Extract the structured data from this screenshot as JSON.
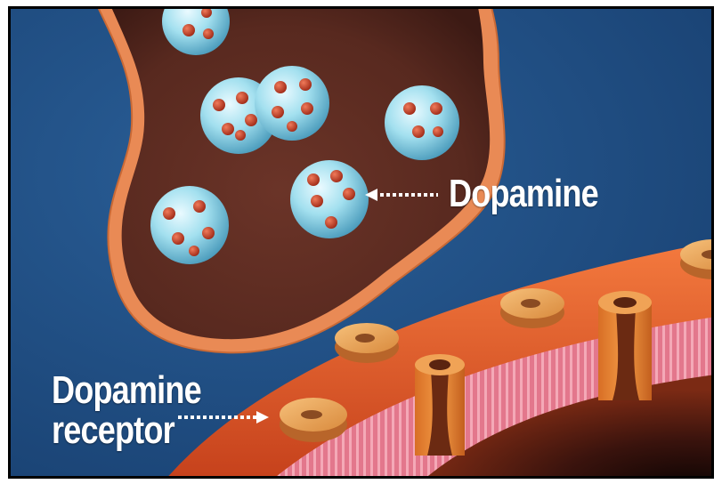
{
  "labels": {
    "dopamine": "Dopamine",
    "receptor_line1": "Dopamine",
    "receptor_line2": "receptor"
  },
  "colors": {
    "background": "#1e4f86",
    "frame": "#000000",
    "terminal_fill": "#5a2a22",
    "terminal_outline": "#e58a52",
    "vesicle": "#8fd3e6",
    "dopamine_molecule": "#c0391f",
    "cell_body": "#3b1410",
    "membrane_pink": "#e47f93",
    "receptor_orange": "#e8852f",
    "arrow": "#ffffff"
  },
  "icons": {
    "vesicle": "vesicle-icon",
    "receptor": "receptor-icon",
    "channel": "channel-icon"
  }
}
